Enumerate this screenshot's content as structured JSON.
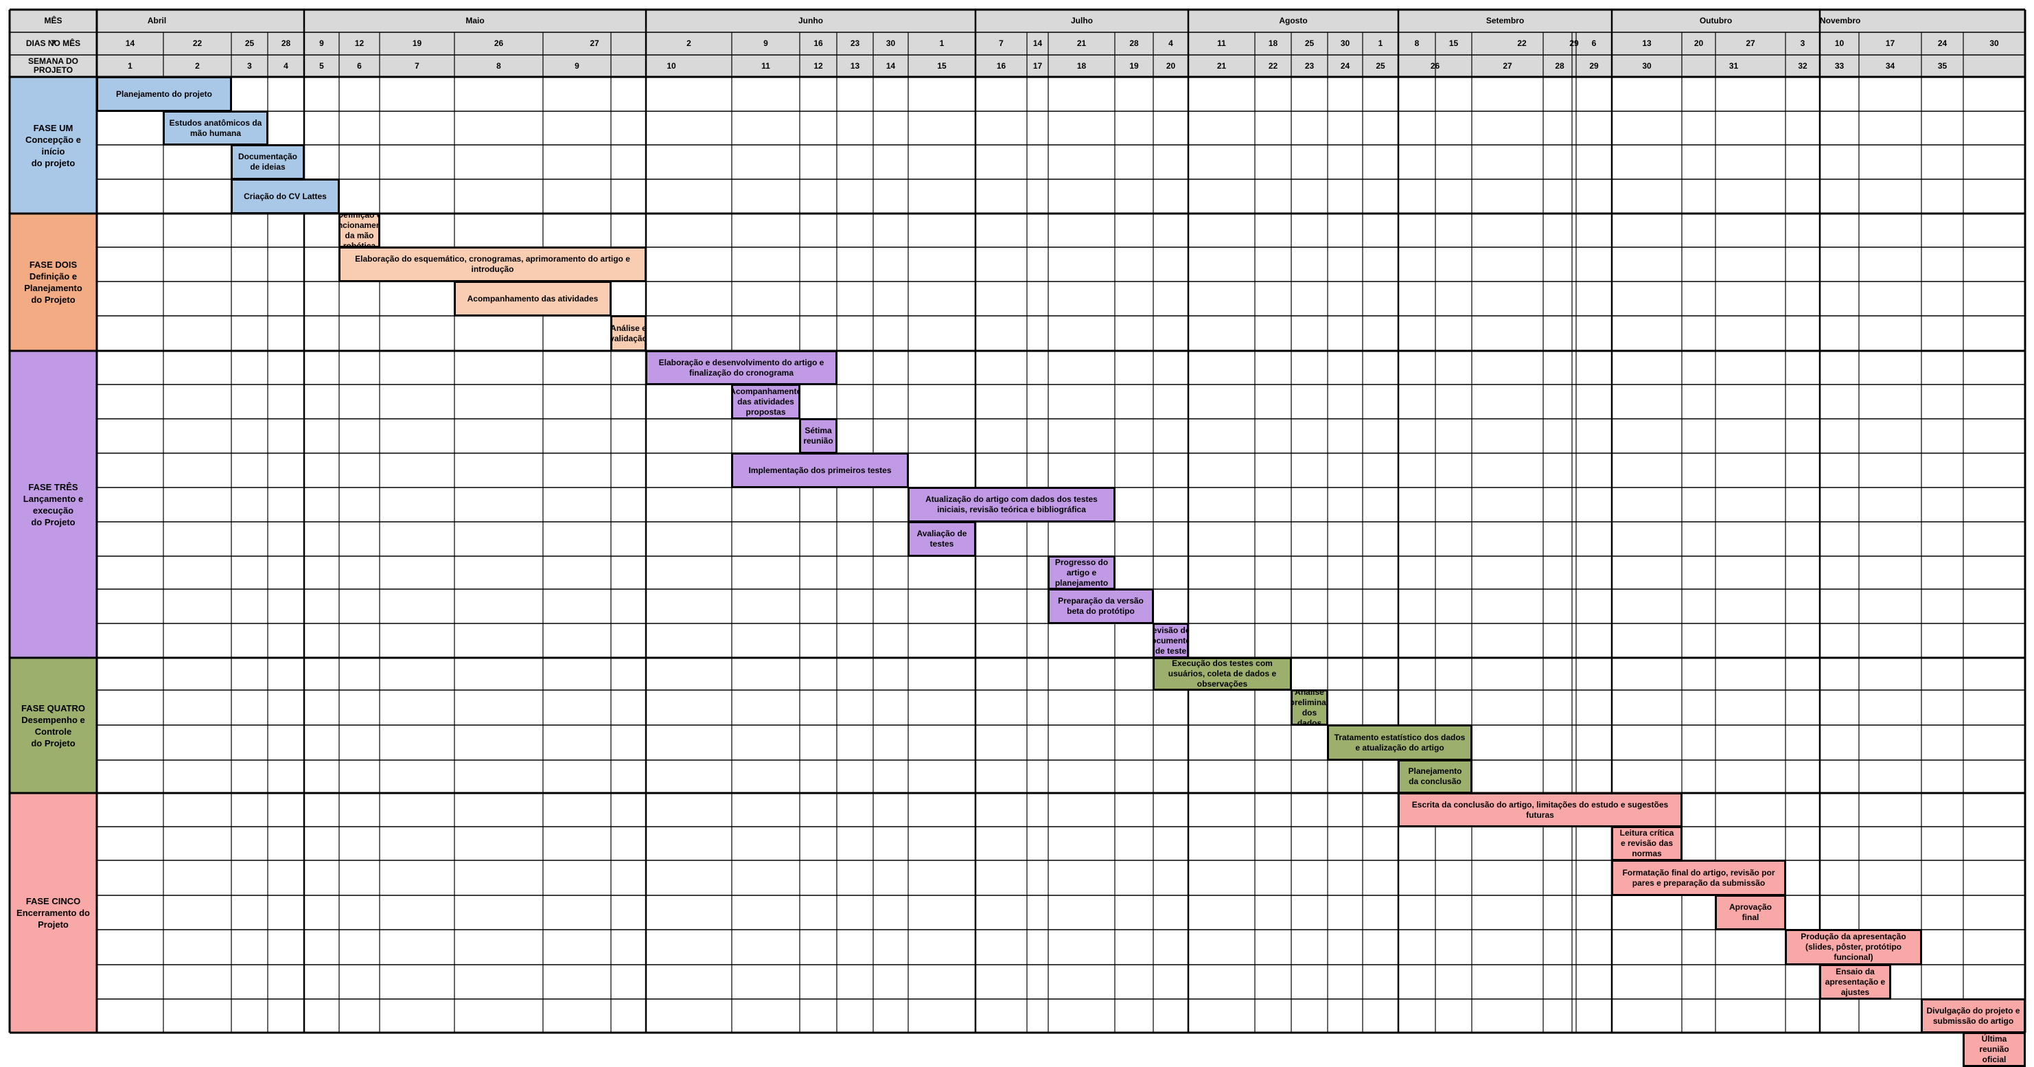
{
  "header": {
    "row_labels": {
      "month": "MÊS",
      "days": "DIAS NO MÊS",
      "week": "SEMANA DO PROJETO"
    },
    "months": [
      {
        "name": "Abril",
        "span": 5
      },
      {
        "name": "Maio",
        "span": 5
      },
      {
        "name": "Junho",
        "span": 6
      },
      {
        "name": "Julho",
        "span": 5
      },
      {
        "name": "Agosto",
        "span": 5
      },
      {
        "name": "Setembro",
        "span": 5
      },
      {
        "name": "Outubro",
        "span": 4
      },
      {
        "name": "Novembro",
        "span": 5
      }
    ],
    "days": [
      "7",
      "14",
      "22",
      "25",
      "28",
      "9",
      "12",
      "19",
      "26",
      "27",
      "2",
      "9",
      "16",
      "23",
      "30",
      "1",
      "7",
      "14",
      "21",
      "28",
      "4",
      "11",
      "18",
      "25",
      "30",
      "1",
      "8",
      "15",
      "22",
      "29",
      "6",
      "13",
      "20",
      "27",
      "3",
      "10",
      "17",
      "24",
      "30"
    ],
    "weeks": [
      "1",
      "2",
      "3",
      "4",
      "5",
      "6",
      "7",
      "8",
      "9",
      "10",
      "11",
      "12",
      "13",
      "14",
      "15",
      "16",
      "17",
      "18",
      "19",
      "20",
      "21",
      "22",
      "23",
      "24",
      "25",
      "26",
      "27",
      "28",
      "29",
      "30",
      "31",
      "32",
      "33",
      "34",
      "35"
    ]
  },
  "colors": {
    "header_bg": "#d9d9d9",
    "grid_line": "#000000",
    "phase1": "#a9c8e8",
    "phase2": "#f2ab82",
    "phase2_task": "#f8cdb2",
    "phase3": "#c19ae6",
    "phase4": "#9caf6c",
    "phase5": "#f9a8a8"
  },
  "phases": [
    {
      "label": "FASE UM\nConcepção e início\ndo projeto",
      "color": "#a9c8e8",
      "rows": 4
    },
    {
      "label": "FASE DOIS\nDefinição e\nPlanejamento\ndo Projeto",
      "color": "#f2ab82",
      "rows": 4
    },
    {
      "label": "FASE TRÊS\nLançamento e\nexecução\ndo Projeto",
      "color": "#c19ae6",
      "rows": 9
    },
    {
      "label": "FASE QUATRO\nDesempenho e\nControle\ndo Projeto",
      "color": "#9caf6c",
      "rows": 4
    },
    {
      "label": "FASE CINCO\nEncerramento do\nProjeto",
      "color": "#f9a8a8",
      "rows": 7
    }
  ],
  "tasks": [
    {
      "label": "Planejamento do projeto",
      "start": 0,
      "end": 1,
      "color": "#a9c8e8"
    },
    {
      "label": "Estudos anatômicos da mão humana",
      "start": 1,
      "end": 2,
      "color": "#a9c8e8"
    },
    {
      "label": "Documentação de ideias",
      "start": 2,
      "end": 3,
      "color": "#a9c8e8"
    },
    {
      "label": "Criação do CV Lattes",
      "start": 2,
      "end": 4,
      "color": "#a9c8e8"
    },
    {
      "label": "Definição e funcionamento da mão robótica",
      "start": 5,
      "end": 5,
      "color": "#f8cdb2"
    },
    {
      "label": "Elaboração do esquemático, cronogramas, aprimoramento do artigo e introdução",
      "start": 5,
      "end": 9,
      "color": "#f8cdb2"
    },
    {
      "label": "Acompanhamento das atividades",
      "start": 7,
      "end": 8,
      "color": "#f8cdb2"
    },
    {
      "label": "Análise e validação",
      "start": 9,
      "end": 9,
      "color": "#f8cdb2"
    },
    {
      "label": "Elaboração e desenvolvimento do artigo e finalização do cronograma",
      "start": 10,
      "end": 12,
      "color": "#c19ae6"
    },
    {
      "label": "Acompanhamento das atividades propostas",
      "start": 11,
      "end": 11,
      "color": "#c19ae6"
    },
    {
      "label": "Sétima reunião",
      "start": 12,
      "end": 12,
      "color": "#c19ae6"
    },
    {
      "label": "Implementação dos primeiros testes",
      "start": 11,
      "end": 14,
      "color": "#c19ae6"
    },
    {
      "label": "Atualização do artigo com dados dos testes iniciais, revisão teórica e bibliográfica",
      "start": 15,
      "end": 17,
      "color": "#c19ae6"
    },
    {
      "label": "Avaliação de testes",
      "start": 15,
      "end": 15,
      "color": "#c19ae6"
    },
    {
      "label": "Progresso do artigo e planejamento",
      "start": 17,
      "end": 17,
      "color": "#c19ae6"
    },
    {
      "label": "Preparação da versão beta do protótipo",
      "start": 17,
      "end": 18,
      "color": "#c19ae6"
    },
    {
      "label": "Revisão dos documentos de teste",
      "start": 19,
      "end": 19,
      "color": "#c19ae6"
    },
    {
      "label": "Execução dos testes com usuários, coleta de dados e observações",
      "start": 19,
      "end": 21,
      "color": "#9caf6c"
    },
    {
      "label": "Análise preliminar dos dados",
      "start": 22,
      "end": 22,
      "color": "#9caf6c"
    },
    {
      "label": "Tratamento estatístico dos dados e atualização do artigo",
      "start": 23,
      "end": 25,
      "color": "#9caf6c"
    },
    {
      "label": "Planejamento da conclusão",
      "start": 25,
      "end": 25,
      "color": "#9caf6c"
    },
    {
      "label": "Escrita da conclusão do artigo, limitações do estudo e sugestões futuras",
      "start": 25,
      "end": 28,
      "color": "#f9a8a8"
    },
    {
      "label": "Leitura crítica e revisão das normas",
      "start": 28,
      "end": 28,
      "color": "#f9a8a8"
    },
    {
      "label": "Formatação final do artigo, revisão por pares e preparação da submissão",
      "start": 28,
      "end": 30,
      "color": "#f9a8a8"
    },
    {
      "label": "Aprovação final",
      "start": 30,
      "end": 30,
      "color": "#f9a8a8"
    },
    {
      "label": "Produção da apresentação (slides, pôster, protótipo funcional)",
      "start": 31,
      "end": 33,
      "color": "#f9a8a8"
    },
    {
      "label": "Ensaio da apresentação e ajustes",
      "start": 32,
      "end": 32,
      "color": "#f9a8a8"
    },
    {
      "label": "Divulgação do projeto e submissão do artigo",
      "start": 34,
      "end": 35,
      "color": "#f9a8a8"
    },
    {
      "label": "Última reunião oficial",
      "start": 35,
      "end": 35,
      "color": "#f9a8a8"
    }
  ]
}
